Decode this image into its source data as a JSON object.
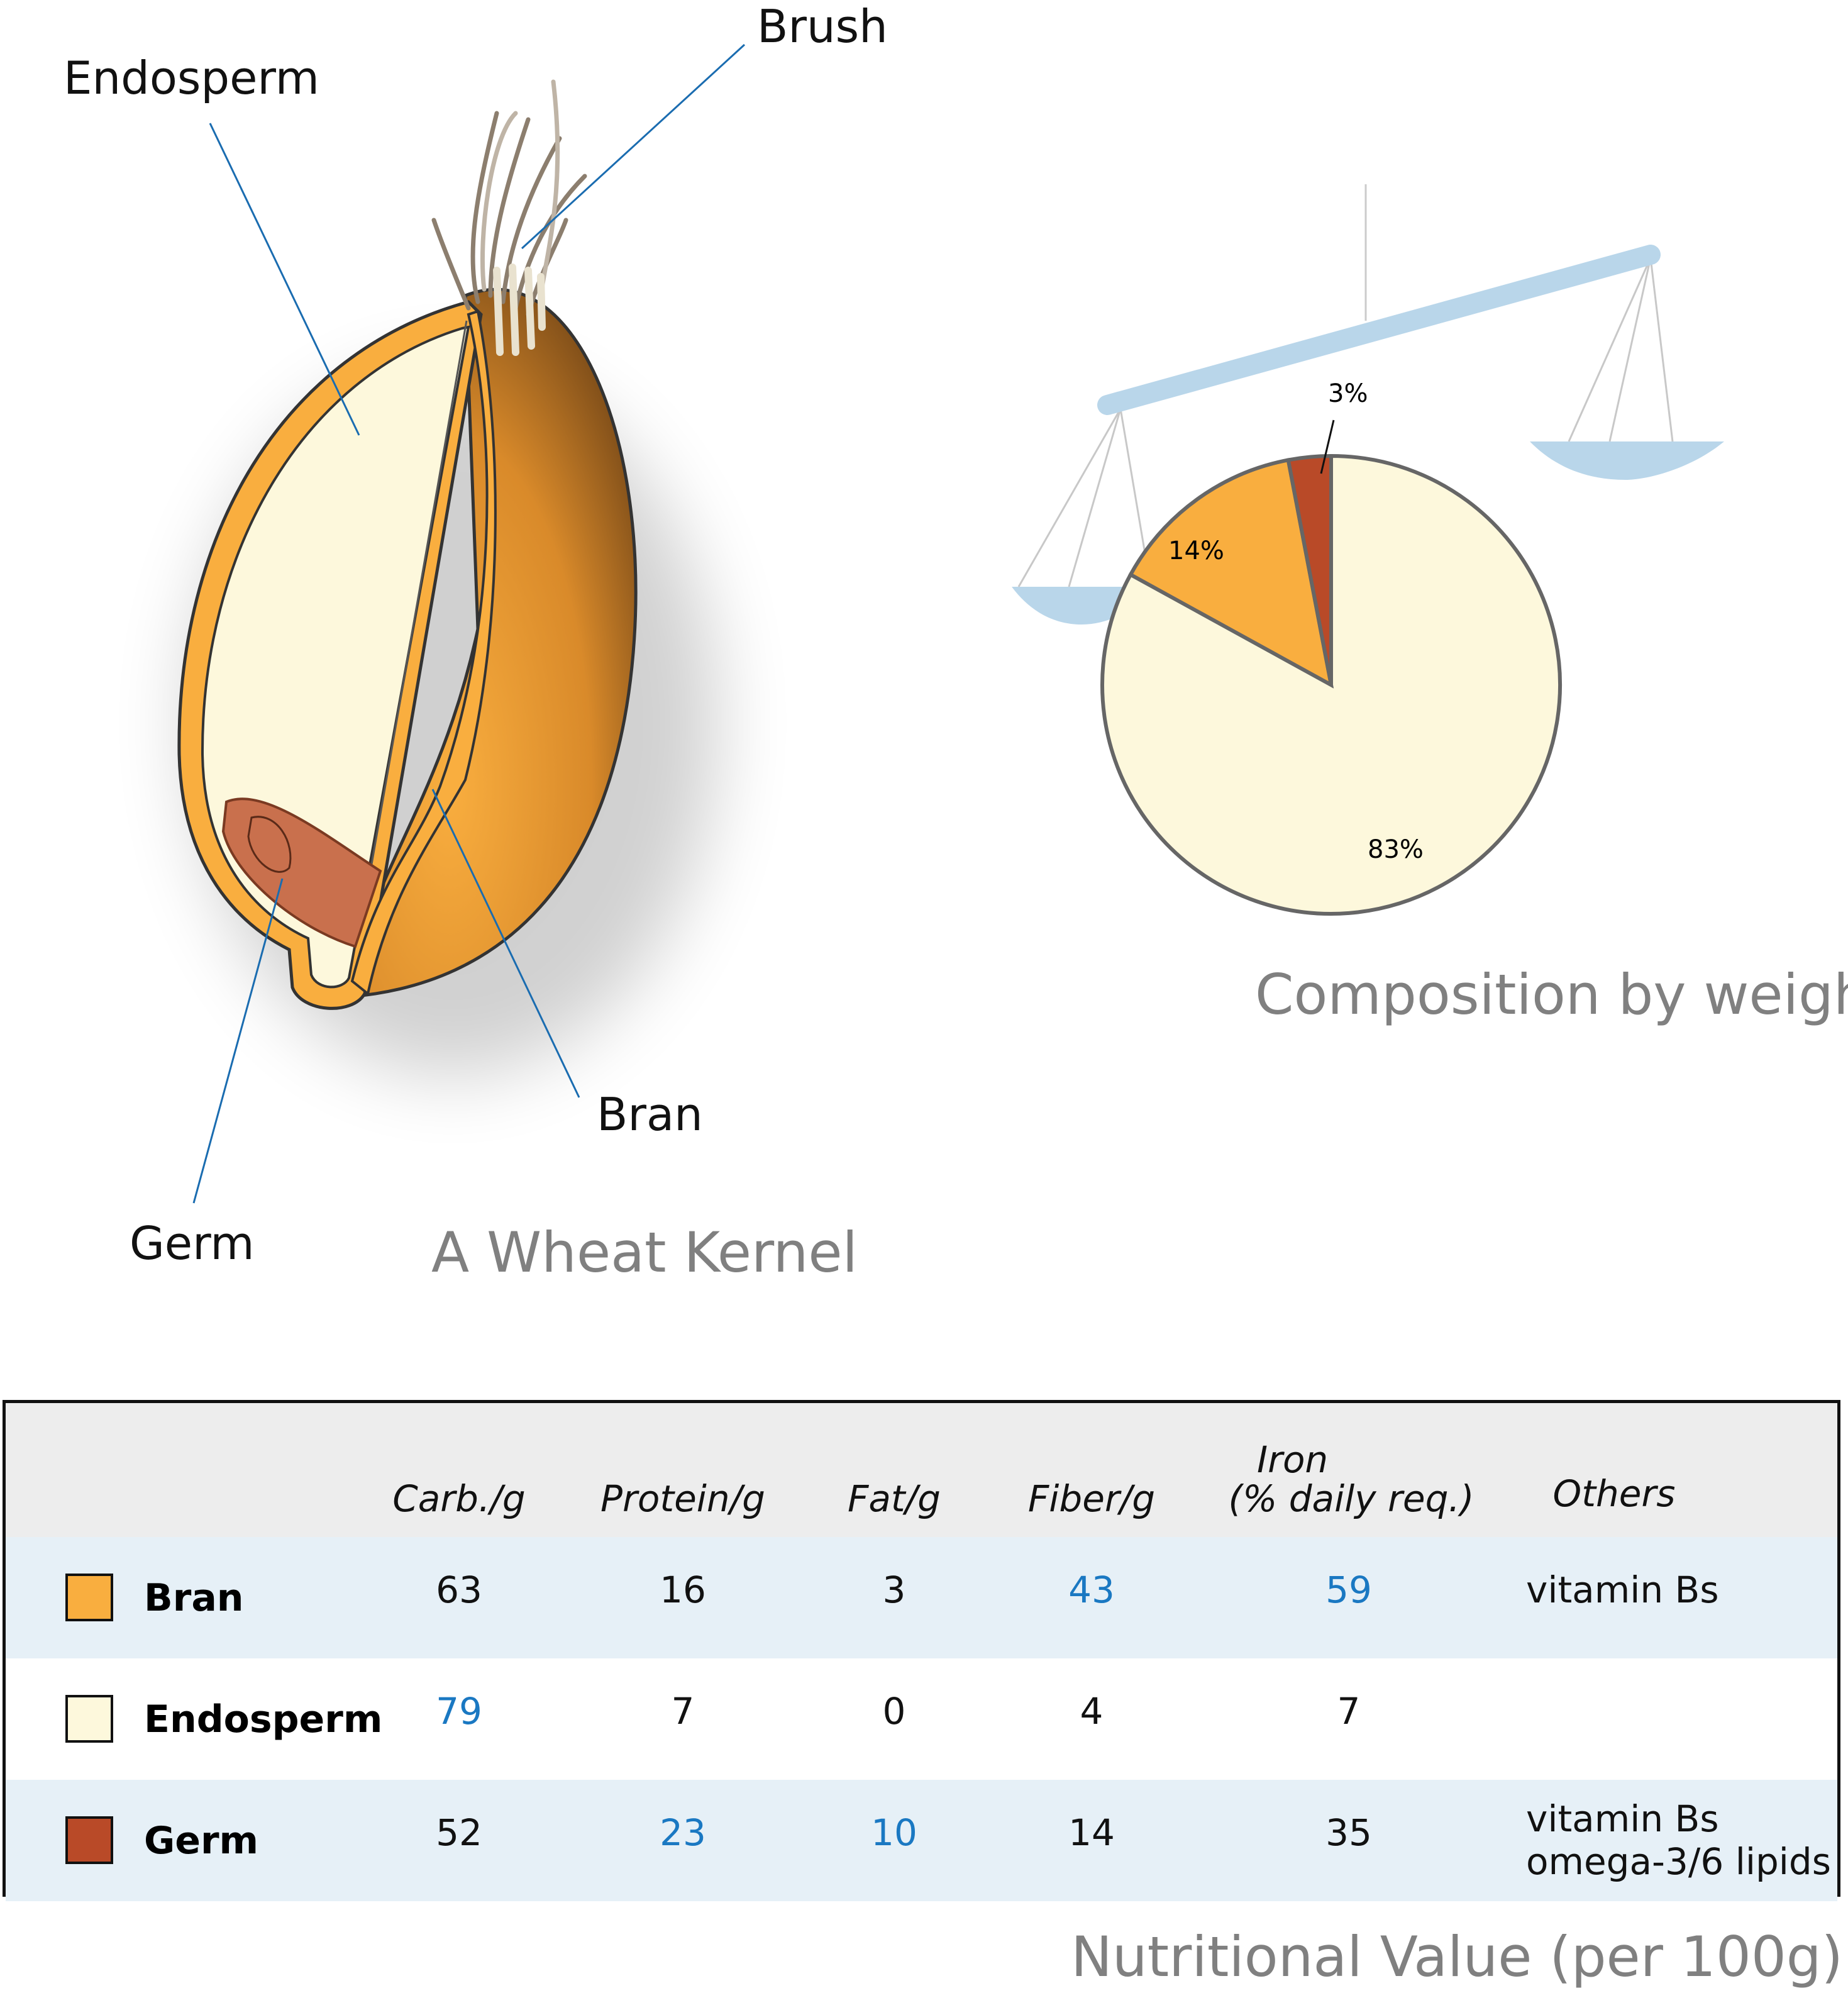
{
  "kernel": {
    "title": "A Wheat Kernel",
    "labels": {
      "endosperm": "Endosperm",
      "brush": "Brush",
      "bran": "Bran",
      "germ": "Germ"
    }
  },
  "composition": {
    "title": "Composition by weight",
    "colors": {
      "endosperm": "#fdf8dc",
      "bran": "#f9ae3f",
      "germ": "#b94a28",
      "scale": "#b9d6ea"
    }
  },
  "chart_data": {
    "type": "pie",
    "title": "Composition by weight",
    "slices": [
      {
        "name": "Endosperm",
        "value": 83,
        "label": "83%",
        "color": "#fdf8dc"
      },
      {
        "name": "Bran",
        "value": 14,
        "label": "14%",
        "color": "#f9ae3f"
      },
      {
        "name": "Germ",
        "value": 3,
        "label": "3%",
        "color": "#b94a28"
      }
    ]
  },
  "table": {
    "title": "Nutritional Value (per 100g)",
    "headers": [
      "Carb./g",
      "Protein/g",
      "Fat/g",
      "Fiber/g",
      "Iron",
      "(% daily req.)",
      "Others"
    ],
    "rows": [
      {
        "name": "Bran",
        "color": "#f9ae3f",
        "values": [
          "63",
          "16",
          "3",
          "43",
          "59"
        ],
        "others": [
          "vitamin Bs",
          ""
        ]
      },
      {
        "name": "Endosperm",
        "color": "#fdf8dc",
        "values": [
          "79",
          "7",
          "0",
          "4",
          "7"
        ],
        "others": [
          "",
          ""
        ]
      },
      {
        "name": "Germ",
        "color": "#b94a28",
        "values": [
          "52",
          "23",
          "10",
          "14",
          "35"
        ],
        "others": [
          "vitamin Bs",
          "omega-3/6 lipids"
        ]
      }
    ],
    "highlight_color": "#1a78c2"
  }
}
